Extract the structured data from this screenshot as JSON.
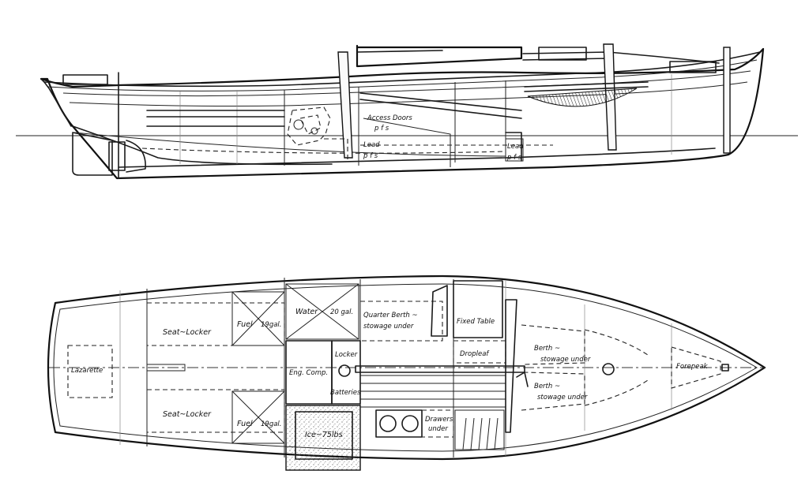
{
  "profile": {
    "labels": {
      "access_doors": "Access Doors",
      "pfs_1": "p f s",
      "lead_1": "Lead",
      "pfs_2": "p f s",
      "lead_2": "Lead",
      "pfs_3": "p f s"
    }
  },
  "plan": {
    "labels": {
      "lazarette": "Lazarette",
      "seat_locker_upper": "Seat~Locker",
      "seat_locker_lower": "Seat~Locker",
      "fuel_upper": "Fuel",
      "fuel_upper_gal": "19gal.",
      "fuel_lower": "Fuel",
      "fuel_lower_gal": "19gal.",
      "water": "Water",
      "water_gal": "20 gal.",
      "eng_comp": "Eng. Comp.",
      "locker": "Locker",
      "batteries": "Batteries",
      "ice": "Ice~75lbs",
      "quarter_berth": "Quarter Berth ~",
      "quarter_berth_stowage": "stowage under",
      "fixed_table": "Fixed Table",
      "dropleaf": "Dropleaf",
      "drawers": "Drawers",
      "drawers_under": "under",
      "berth_upper": "Berth ~",
      "berth_upper_stowage": "stowage under",
      "berth_lower": "Berth ~",
      "berth_lower_stowage": "stowage under",
      "forepeak": "Forepeak"
    }
  },
  "colors": {
    "ink": "#1a1a1a",
    "paper": "#ffffff",
    "stipple": "#555555"
  }
}
